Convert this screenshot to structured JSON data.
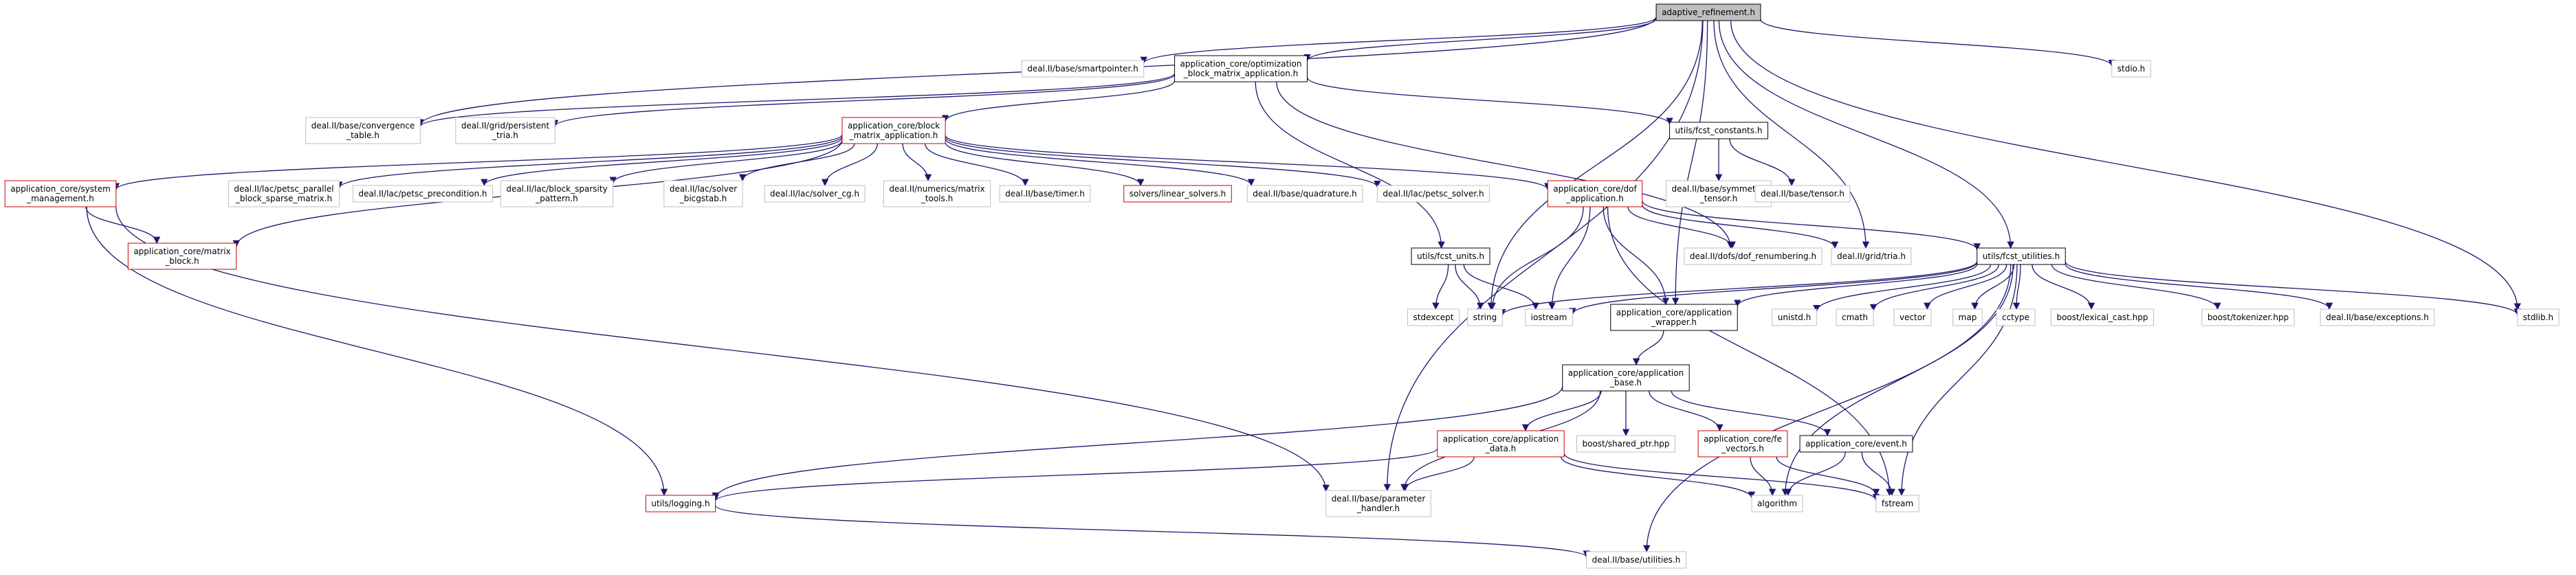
{
  "graph": {
    "edge_color": "#191970",
    "node_styles": {
      "root": {
        "fill": "#bfbfbf",
        "stroke": "#000000"
      },
      "local": {
        "fill": "#ffffff",
        "stroke": "#000000"
      },
      "partial": {
        "fill": "#ffffff",
        "stroke": "#cc0000"
      },
      "ext": {
        "fill": "#ffffff",
        "stroke": "#bfbfbf"
      }
    },
    "nodes": [
      {
        "id": "root",
        "lines": [
          "adaptive_refinement.h"
        ],
        "style": "root"
      },
      {
        "id": "smartpointer",
        "lines": [
          "deal.II/base/smartpointer.h"
        ],
        "style": "ext"
      },
      {
        "id": "opt_block",
        "lines": [
          "application_core/optimization",
          "_block_matrix_application.h"
        ],
        "style": "local"
      },
      {
        "id": "stdio",
        "lines": [
          "stdio.h"
        ],
        "style": "ext"
      },
      {
        "id": "conv_table",
        "lines": [
          "deal.II/base/convergence",
          "_table.h"
        ],
        "style": "ext"
      },
      {
        "id": "persistent_tria",
        "lines": [
          "deal.II/grid/persistent",
          "_tria.h"
        ],
        "style": "ext"
      },
      {
        "id": "block_matrix",
        "lines": [
          "application_core/block",
          "_matrix_application.h"
        ],
        "style": "partial"
      },
      {
        "id": "fcst_constants",
        "lines": [
          "utils/fcst_constants.h"
        ],
        "style": "local"
      },
      {
        "id": "system_mgmt",
        "lines": [
          "application_core/system",
          "_management.h"
        ],
        "style": "partial"
      },
      {
        "id": "petsc_parallel",
        "lines": [
          "deal.II/lac/petsc_parallel",
          "_block_sparse_matrix.h"
        ],
        "style": "ext"
      },
      {
        "id": "petsc_precond",
        "lines": [
          "deal.II/lac/petsc_precondition.h"
        ],
        "style": "ext"
      },
      {
        "id": "block_sparsity",
        "lines": [
          "deal.II/lac/block_sparsity",
          "_pattern.h"
        ],
        "style": "ext"
      },
      {
        "id": "solver_bicg",
        "lines": [
          "deal.II/lac/solver",
          "_bicgstab.h"
        ],
        "style": "ext"
      },
      {
        "id": "solver_cg",
        "lines": [
          "deal.II/lac/solver_cg.h"
        ],
        "style": "ext"
      },
      {
        "id": "matrix_tools",
        "lines": [
          "deal.II/numerics/matrix",
          "_tools.h"
        ],
        "style": "ext"
      },
      {
        "id": "timer",
        "lines": [
          "deal.II/base/timer.h"
        ],
        "style": "ext"
      },
      {
        "id": "linear_solvers",
        "lines": [
          "solvers/linear_solvers.h"
        ],
        "style": "partial"
      },
      {
        "id": "quadrature",
        "lines": [
          "deal.II/base/quadrature.h"
        ],
        "style": "ext"
      },
      {
        "id": "petsc_solver",
        "lines": [
          "deal.II/lac/petsc_solver.h"
        ],
        "style": "ext"
      },
      {
        "id": "dof_app",
        "lines": [
          "application_core/dof",
          "_application.h"
        ],
        "style": "partial"
      },
      {
        "id": "sym_tensor",
        "lines": [
          "deal.II/base/symmetric",
          "_tensor.h"
        ],
        "style": "ext"
      },
      {
        "id": "tensor",
        "lines": [
          "deal.II/base/tensor.h"
        ],
        "style": "ext"
      },
      {
        "id": "matrix_block",
        "lines": [
          "application_core/matrix",
          "_block.h"
        ],
        "style": "partial"
      },
      {
        "id": "fcst_units",
        "lines": [
          "utils/fcst_units.h"
        ],
        "style": "local"
      },
      {
        "id": "dof_renum",
        "lines": [
          "deal.II/dofs/dof_renumbering.h"
        ],
        "style": "ext"
      },
      {
        "id": "tria",
        "lines": [
          "deal.II/grid/tria.h"
        ],
        "style": "ext"
      },
      {
        "id": "fcst_utilities",
        "lines": [
          "utils/fcst_utilities.h"
        ],
        "style": "local"
      },
      {
        "id": "stdexcept",
        "lines": [
          "stdexcept"
        ],
        "style": "ext"
      },
      {
        "id": "string",
        "lines": [
          "string"
        ],
        "style": "ext"
      },
      {
        "id": "iostream",
        "lines": [
          "iostream"
        ],
        "style": "ext"
      },
      {
        "id": "app_wrapper",
        "lines": [
          "application_core/application",
          "_wrapper.h"
        ],
        "style": "local"
      },
      {
        "id": "unistd",
        "lines": [
          "unistd.h"
        ],
        "style": "ext"
      },
      {
        "id": "cmath",
        "lines": [
          "cmath"
        ],
        "style": "ext"
      },
      {
        "id": "vector",
        "lines": [
          "vector"
        ],
        "style": "ext"
      },
      {
        "id": "map",
        "lines": [
          "map"
        ],
        "style": "ext"
      },
      {
        "id": "cctype",
        "lines": [
          "cctype"
        ],
        "style": "ext"
      },
      {
        "id": "lexical_cast",
        "lines": [
          "boost/lexical_cast.hpp"
        ],
        "style": "ext"
      },
      {
        "id": "tokenizer",
        "lines": [
          "boost/tokenizer.hpp"
        ],
        "style": "ext"
      },
      {
        "id": "exceptions",
        "lines": [
          "deal.II/base/exceptions.h"
        ],
        "style": "ext"
      },
      {
        "id": "stdlib",
        "lines": [
          "stdlib.h"
        ],
        "style": "ext"
      },
      {
        "id": "app_base",
        "lines": [
          "application_core/application",
          "_base.h"
        ],
        "style": "local"
      },
      {
        "id": "app_data",
        "lines": [
          "application_core/application",
          "_data.h"
        ],
        "style": "partial"
      },
      {
        "id": "shared_ptr",
        "lines": [
          "boost/shared_ptr.hpp"
        ],
        "style": "ext"
      },
      {
        "id": "fe_vectors",
        "lines": [
          "application_core/fe",
          "_vectors.h"
        ],
        "style": "partial"
      },
      {
        "id": "event",
        "lines": [
          "application_core/event.h"
        ],
        "style": "local"
      },
      {
        "id": "logging",
        "lines": [
          "utils/logging.h"
        ],
        "style": "partial"
      },
      {
        "id": "param_handler",
        "lines": [
          "deal.II/base/parameter",
          "_handler.h"
        ],
        "style": "ext"
      },
      {
        "id": "algorithm",
        "lines": [
          "algorithm"
        ],
        "style": "ext"
      },
      {
        "id": "fstream",
        "lines": [
          "fstream"
        ],
        "style": "ext"
      },
      {
        "id": "base_utilities",
        "lines": [
          "deal.II/base/utilities.h"
        ],
        "style": "ext"
      }
    ],
    "edges": [
      [
        "root",
        "smartpointer"
      ],
      [
        "root",
        "opt_block"
      ],
      [
        "root",
        "stdio"
      ],
      [
        "root",
        "conv_table"
      ],
      [
        "root",
        "string"
      ],
      [
        "root",
        "param_handler"
      ],
      [
        "root",
        "tria"
      ],
      [
        "root",
        "fcst_utilities"
      ],
      [
        "root",
        "stdlib"
      ],
      [
        "root",
        "app_wrapper"
      ],
      [
        "opt_block",
        "conv_table"
      ],
      [
        "opt_block",
        "persistent_tria"
      ],
      [
        "opt_block",
        "block_matrix"
      ],
      [
        "opt_block",
        "fcst_constants"
      ],
      [
        "opt_block",
        "fcst_units"
      ],
      [
        "opt_block",
        "dof_renum"
      ],
      [
        "fcst_constants",
        "sym_tensor"
      ],
      [
        "fcst_constants",
        "tensor"
      ],
      [
        "block_matrix",
        "system_mgmt"
      ],
      [
        "block_matrix",
        "petsc_parallel"
      ],
      [
        "block_matrix",
        "petsc_precond"
      ],
      [
        "block_matrix",
        "block_sparsity"
      ],
      [
        "block_matrix",
        "solver_bicg"
      ],
      [
        "block_matrix",
        "solver_cg"
      ],
      [
        "block_matrix",
        "matrix_tools"
      ],
      [
        "block_matrix",
        "timer"
      ],
      [
        "block_matrix",
        "linear_solvers"
      ],
      [
        "block_matrix",
        "quadrature"
      ],
      [
        "block_matrix",
        "petsc_solver"
      ],
      [
        "block_matrix",
        "dof_app"
      ],
      [
        "block_matrix",
        "matrix_block"
      ],
      [
        "system_mgmt",
        "matrix_block"
      ],
      [
        "system_mgmt",
        "logging"
      ],
      [
        "system_mgmt",
        "param_handler"
      ],
      [
        "dof_app",
        "string"
      ],
      [
        "dof_app",
        "iostream"
      ],
      [
        "dof_app",
        "dof_renum"
      ],
      [
        "dof_app",
        "tria"
      ],
      [
        "dof_app",
        "fcst_utilities"
      ],
      [
        "dof_app",
        "app_wrapper"
      ],
      [
        "dof_app",
        "fstream"
      ],
      [
        "fcst_units",
        "stdexcept"
      ],
      [
        "fcst_units",
        "string"
      ],
      [
        "fcst_units",
        "iostream"
      ],
      [
        "fcst_utilities",
        "string"
      ],
      [
        "fcst_utilities",
        "iostream"
      ],
      [
        "fcst_utilities",
        "unistd"
      ],
      [
        "fcst_utilities",
        "cmath"
      ],
      [
        "fcst_utilities",
        "vector"
      ],
      [
        "fcst_utilities",
        "map"
      ],
      [
        "fcst_utilities",
        "cctype"
      ],
      [
        "fcst_utilities",
        "lexical_cast"
      ],
      [
        "fcst_utilities",
        "tokenizer"
      ],
      [
        "fcst_utilities",
        "exceptions"
      ],
      [
        "fcst_utilities",
        "stdlib"
      ],
      [
        "fcst_utilities",
        "algorithm"
      ],
      [
        "fcst_utilities",
        "fstream"
      ],
      [
        "fcst_utilities",
        "base_utilities"
      ],
      [
        "fcst_utilities",
        "app_wrapper"
      ],
      [
        "app_wrapper",
        "app_base"
      ],
      [
        "app_base",
        "logging"
      ],
      [
        "app_base",
        "param_handler"
      ],
      [
        "app_base",
        "app_data"
      ],
      [
        "app_base",
        "shared_ptr"
      ],
      [
        "app_base",
        "fe_vectors"
      ],
      [
        "app_base",
        "event"
      ],
      [
        "app_data",
        "logging"
      ],
      [
        "app_data",
        "param_handler"
      ],
      [
        "app_data",
        "algorithm"
      ],
      [
        "app_data",
        "fstream"
      ],
      [
        "fe_vectors",
        "algorithm"
      ],
      [
        "fe_vectors",
        "fstream"
      ],
      [
        "event",
        "algorithm"
      ],
      [
        "event",
        "fstream"
      ],
      [
        "logging",
        "base_utilities"
      ]
    ]
  }
}
